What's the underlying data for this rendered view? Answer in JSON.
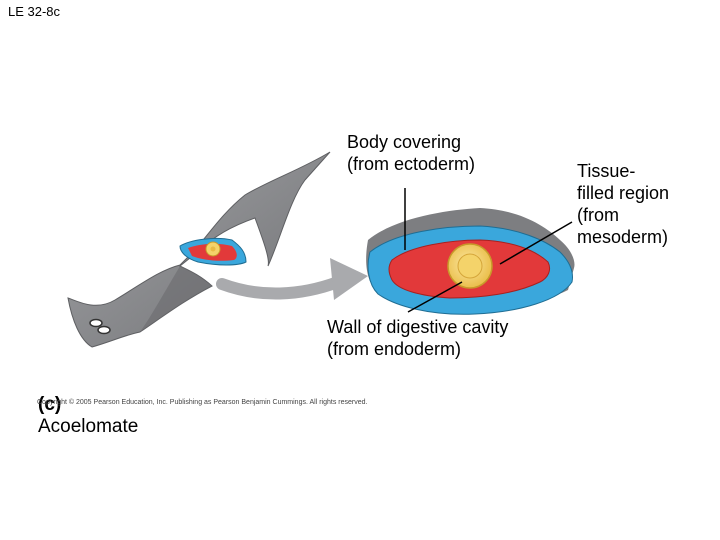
{
  "slide_id": "LE 32-8c",
  "labels": {
    "body_covering": "Body covering\n(from ectoderm)",
    "tissue_filled": "Tissue-\nfilled region\n(from\nmesoderm)",
    "digestive_wall": "Wall of digestive cavity\n(from endoderm)"
  },
  "caption": {
    "letter": "(c)",
    "title": "Acoelomate"
  },
  "copyright": "Copyright © 2005 Pearson Education, Inc. Publishing as Pearson Benjamin Cummings. All rights reserved.",
  "colors": {
    "worm_gray": "#8c8d90",
    "ectoderm_blue": "#3aa7dc",
    "mesoderm_red": "#e2393a",
    "endoderm_yellow": "#f4d36a",
    "arrow_gray": "#a9aaad"
  }
}
